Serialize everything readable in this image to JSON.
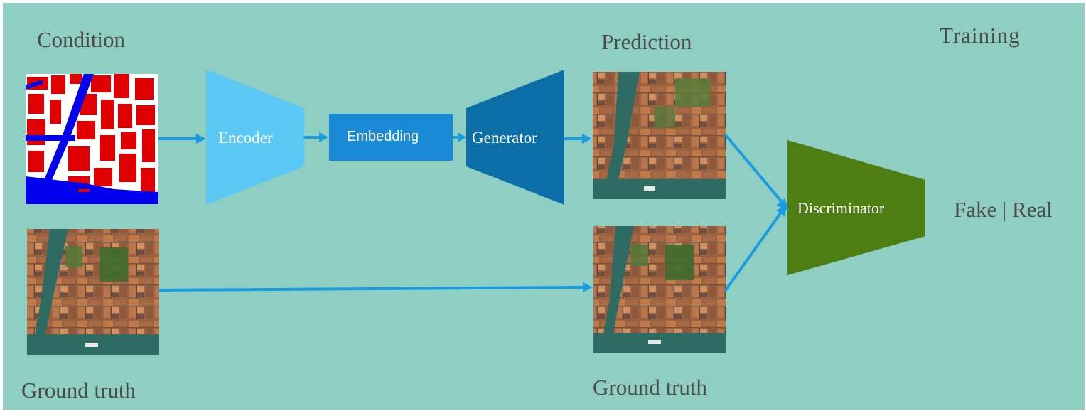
{
  "diagram": {
    "labels": {
      "condition": "Condition",
      "prediction": "Prediction",
      "training": "Training",
      "ground_truth_left": "Ground truth",
      "ground_truth_right": "Ground truth",
      "fake_real": "Fake | Real"
    },
    "blocks": {
      "encoder": "Encoder",
      "embedding": "Embedding",
      "generator": "Generator",
      "discriminator": "Discriminator"
    },
    "images": {
      "condition_map": "segmentation-map",
      "ground_truth_left": "aerial-photo",
      "prediction": "aerial-photo",
      "ground_truth_right": "aerial-photo"
    },
    "colors": {
      "background": "#8ecec3",
      "encoder": "#5bc8f5",
      "embedding": "#1a8ad6",
      "generator": "#0b6ea7",
      "discriminator": "#4e7d12",
      "arrow": "#1a9de0",
      "map_building": "#e00000",
      "map_water": "#0000ee",
      "map_ground": "#ffffff",
      "roof": "#b06a3e",
      "canal": "#2d6b63",
      "vegetation": "#3f6b2f"
    }
  }
}
